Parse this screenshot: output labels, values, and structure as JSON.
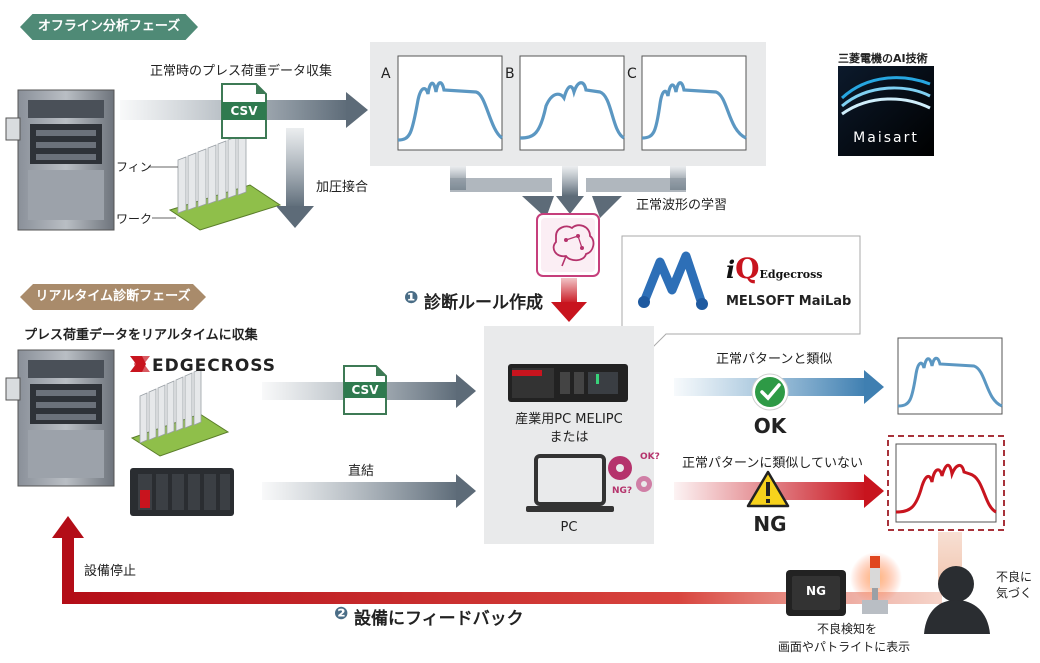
{
  "phases": {
    "offline": "オフライン分析フェーズ",
    "realtime": "リアルタイム診断フェーズ"
  },
  "offline": {
    "collect_label": "正常時のプレス荷重データ収集",
    "csv_label": "CSV",
    "fin_label": "フィン",
    "work_label": "ワーク",
    "press_bond_label": "加圧接合",
    "waves": [
      "A",
      "B",
      "C"
    ],
    "learning_label": "正常波形の学習"
  },
  "mitsubishi_ai": {
    "title": "三菱電機のAI技術",
    "brand": "Maisart"
  },
  "step1": {
    "number": "❶",
    "label": "診断ルール作成"
  },
  "iq": {
    "logo_i": "i",
    "logo_q": "Q",
    "logo_edge": "Edgecross",
    "product": "MELSOFT MaiLab"
  },
  "realtime": {
    "collect_label": "プレス荷重データをリアルタイムに収集",
    "edgecross_brand": "EDGECROSS",
    "csv_label": "CSV",
    "direct_label": "直結"
  },
  "devices": {
    "ipc_label_1": "産業用PC MELIPC",
    "ipc_label_2": "または",
    "pc_label": "PC",
    "ok_q": "OK?",
    "ng_q": "NG?"
  },
  "results": {
    "ok_caption": "正常パターンと類似",
    "ok_label": "OK",
    "ng_caption": "正常パターンに類似していない",
    "ng_label": "NG"
  },
  "feedback": {
    "stop_label": "設備停止",
    "number": "❷",
    "label": "設備にフィードバック",
    "panel_label": "NG",
    "display_label_1": "不良検知を",
    "display_label_2": "画面やパトライトに表示",
    "notice_1": "不良に",
    "notice_2": "気づく"
  },
  "colors": {
    "phase_green": "#4f8a76",
    "phase_brown": "#a98b6b",
    "wave_blue": "#5b97c2",
    "ng_red": "#c8141e",
    "arrow_gray": "#7c8a96",
    "panel_gray": "#e9eaeb"
  }
}
